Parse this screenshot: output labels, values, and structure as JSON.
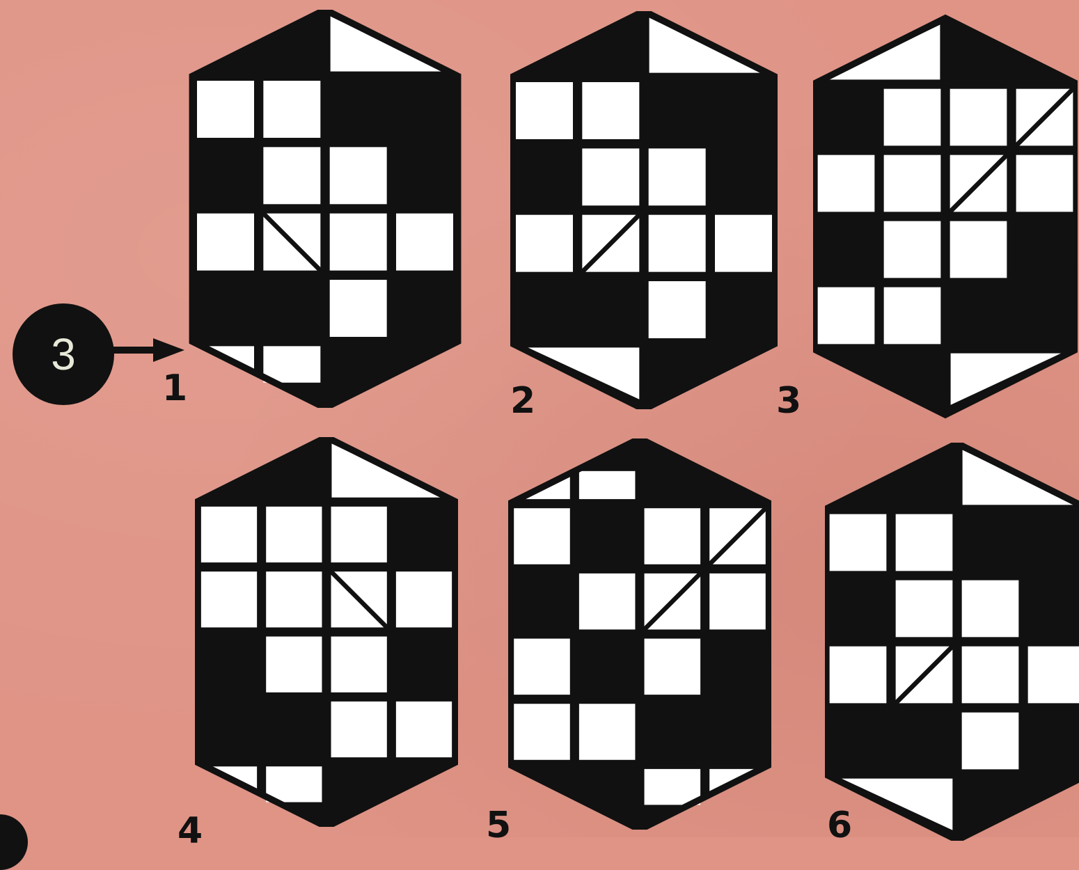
{
  "question_number": "3",
  "option_labels": [
    "1",
    "2",
    "3",
    "4",
    "5",
    "6"
  ]
}
